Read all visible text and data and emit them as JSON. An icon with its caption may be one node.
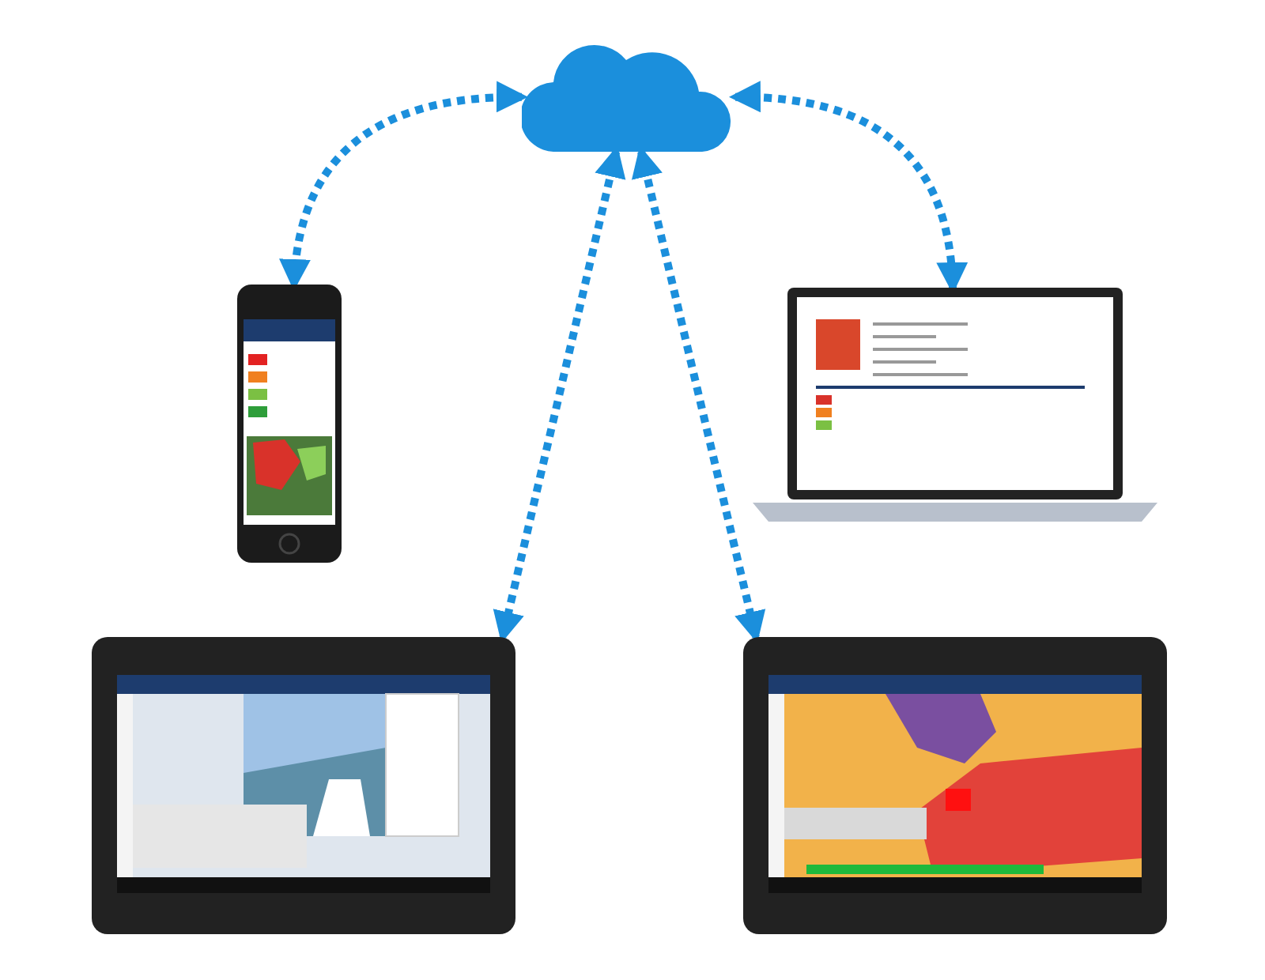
{
  "diagram": {
    "nodes": [
      {
        "text": [],
        "shape": "cloud"
      },
      {
        "text": [],
        "shape": "picture"
      },
      {
        "text": [],
        "shape": "picture"
      },
      {
        "text": [],
        "shape": "picture"
      },
      {
        "text": [],
        "shape": "picture"
      }
    ],
    "edges": [
      {
        "from": 0,
        "to": 1,
        "arrow": "both",
        "style": "dashed"
      },
      {
        "from": 0,
        "to": 2,
        "arrow": "both",
        "style": "dashed"
      },
      {
        "from": 0,
        "to": 3,
        "arrow": "both",
        "style": "dashed"
      },
      {
        "from": 0,
        "to": 4,
        "arrow": "both",
        "style": "dashed"
      }
    ]
  }
}
